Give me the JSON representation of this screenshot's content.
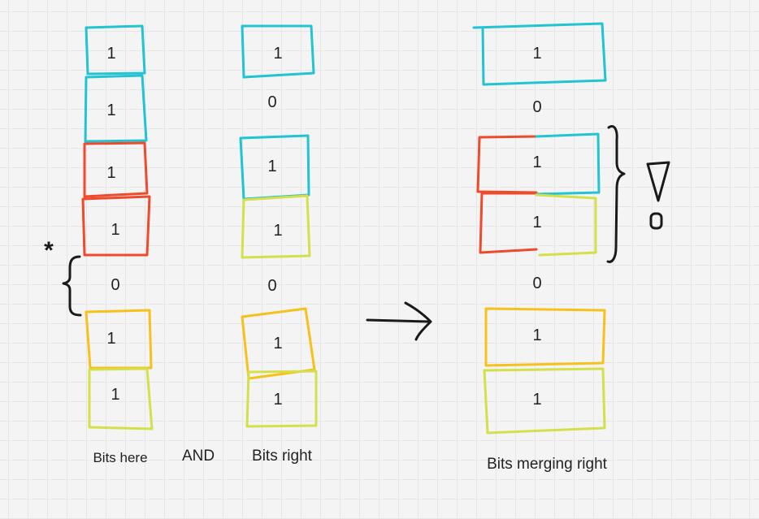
{
  "colors": {
    "cyan": "#22c3d3",
    "red": "#ee4a2c",
    "yellow": "#f6c11b",
    "lime": "#d3e04a",
    "ink": "#1a1a1a"
  },
  "labels": {
    "left_caption": "Bits here",
    "operator": "AND",
    "middle_caption": "Bits right",
    "right_caption": "Bits merging right"
  },
  "columns": {
    "left": [
      "1",
      "1",
      "1",
      "1",
      "0",
      "1",
      "1"
    ],
    "middle": [
      "1",
      "0",
      "1",
      "1",
      "0",
      "1",
      "1"
    ],
    "right": [
      "1",
      "0",
      "1",
      "1",
      "0",
      "1",
      "1"
    ]
  },
  "annotations": {
    "asterisk": "*",
    "arrow": "right-arrow-icon",
    "warning": "exclamation-icon"
  }
}
